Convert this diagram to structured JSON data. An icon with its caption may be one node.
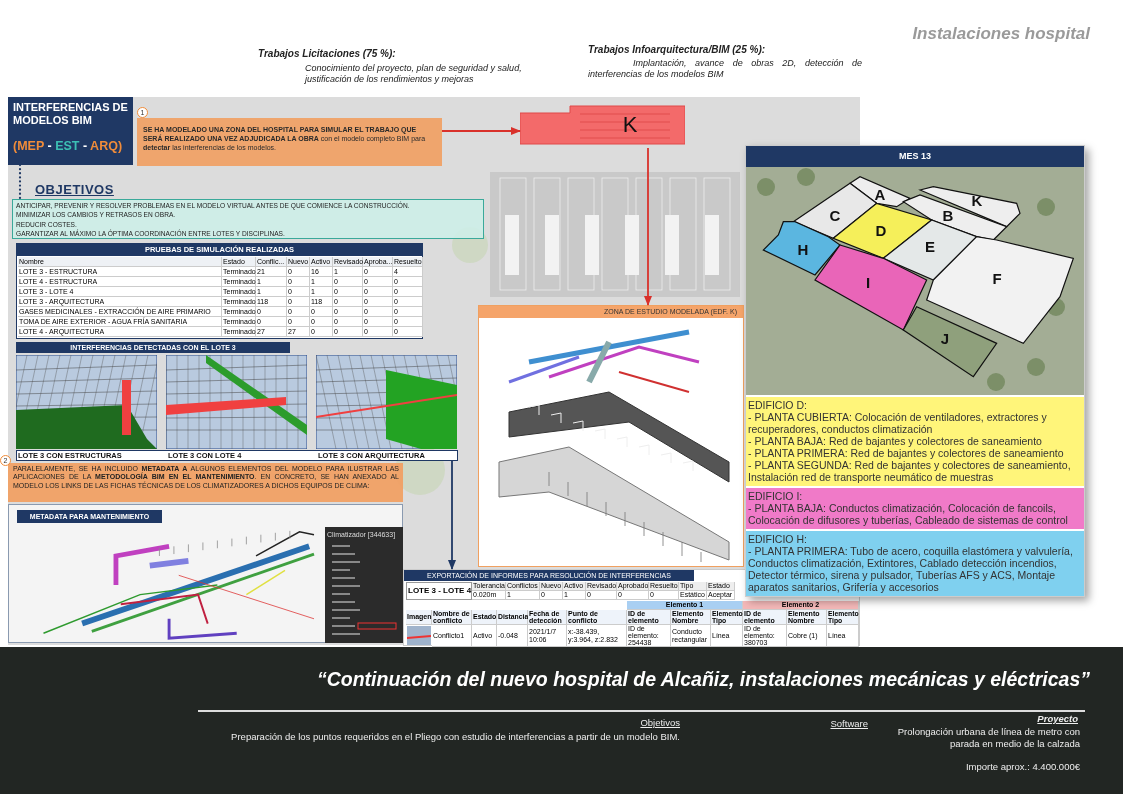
{
  "diagram": {
    "title": "“Continuación del nuevo hospital de Alcañiz, instalaciones mecánicas y eléctricas”",
    "nodes": [
      {
        "text": [
          "INTERFERENCIAS DE MODELOS BIM",
          "(MEP - EST - ARQ)"
        ]
      },
      {
        "text": [
          "**SE HA MODELADO UNA ZONA DEL HOSPITAL PARA SIMULAR EL TRABAJO QUE SERÁ REALIZADO UNA VEZ ADJUDICADA LA OBRA** con el modelo completo BIM para **detectar** las interferencias de los modelos."
        ],
        "beside": [
          "1"
        ]
      },
      {
        "text": [
          "K"
        ]
      },
      {
        "text": [
          "OBJETIVOS",
          "ANTICIPAR, PREVENIR Y RESOLVER PROBLEMAS EN EL MODELO VIRTUAL ANTES DE QUE COMIENCE LA CONSTRUCCIÓN.",
          "MINIMIZAR LOS CAMBIOS Y RETRASOS EN OBRA.",
          "REDUCIR COSTES.",
          "GARANTIZAR AL MÁXIMO LA ÓPTIMA COORDINACIÓN ENTRE LOTES Y DISCIPLINAS."
        ]
      },
      {
        "text": [
          "PRUEBAS DE SIMULACIÓN REALIZADAS",
          "Nombre",
          "Estado",
          "Conflic...",
          "Nuevo",
          "Activo",
          "Revisado",
          "Aproba...",
          "Resuelto",
          "LOTE 3 - ESTRUCTURA",
          "Terminado",
          "21",
          "0",
          "16",
          "1",
          "0",
          "4",
          "LOTE 4 - ESTRUCTURA",
          "Terminado",
          "1",
          "0",
          "1",
          "0",
          "0",
          "0",
          "LOTE 3 - LOTE 4",
          "Terminado",
          "1",
          "0",
          "1",
          "0",
          "0",
          "0",
          "LOTE 3 - ARQUITECTURA",
          "Terminado",
          "118",
          "0",
          "118",
          "0",
          "0",
          "0",
          "GASES MEDICINALES - EXTRACCIÓN DE AIRE PRIMARIO",
          "Terminado",
          "0",
          "0",
          "0",
          "0",
          "0",
          "0",
          "TOMA DE AIRE EXTERIOR - AGUA FRÍA SANITARIA",
          "Terminado",
          "0",
          "0",
          "0",
          "0",
          "0",
          "0",
          "LOTE 4 - ARQUITECTURA",
          "Terminado",
          "27",
          "27",
          "0",
          "0",
          "0",
          "0"
        ]
      },
      {
        "text": [
          "INTERFERENCIAS DETECTADAS CON EL LOTE 3",
          "LOTE 3 CON ESTRUCTURAS",
          "LOTE 3 CON LOTE 4",
          "LOTE 3 CON ARQUITECTURA"
        ]
      },
      {
        "text": [
          "PARALELAMENTE, SE HA INCLUIDO **METADATA A** ALGUNOS ELEMENTOS DEL MODELO PARA ILUSTRAR LAS APLICACIONES DE LA **METODOLOGÍA BIM EN EL MANTENIMIENTO**. EN CONCRETO, SE HAN ANEXADO AL MODELO LOS LINKS DE LAS FICHAS TÉCNICAS DE LOS CLIMATIZADORES A DICHOS EQUIPOS DE CLIMA:"
        ],
        "beside": [
          "2"
        ]
      },
      {
        "text": [
          "METADATA PARA MANTENIMIENTO"
        ]
      },
      {
        "text": [
          "Climatizador [344633]"
        ],
        "in": 7
      },
      {
        "text": [
          "ZONA DE ESTUDIO MODELADA (EDF. K)"
        ]
      },
      {
        "text": [
          "EXPORTACIÓN DE INFORMES PARA RESOLUCIÓN DE INTERFERENCIAS",
          "LOTE 3 - LOTE 4",
          "Tolerancia",
          "Conflictos",
          "Nuevo",
          "Activo",
          "Revisado",
          "Aprobado",
          "Resuelto",
          "Tipo",
          "Estado",
          "0.020m",
          "1",
          "0",
          "1",
          "0",
          "0",
          "0",
          "Estático",
          "Aceptar",
          "Elemento 1",
          "Elemento 2",
          "Imagen",
          "Nombre de conflicto",
          "Estado",
          "Distancia",
          "Fecha de detección",
          "Punto de conflicto",
          "ID de elemento",
          "Elemento Nombre",
          "Elemento Tipo",
          "ID de elemento",
          "Elemento Nombre",
          "Elemento Tipo",
          "Conflicto1",
          "Activo",
          "-0.048",
          "2021/1/7 10:06",
          "x:-38.439, y:3.964, z:2.832",
          "ID de elemento: 254438",
          "Conducto rectangular",
          "Línea",
          "ID de elemento: 380703",
          "Cobre (1)",
          "Línea"
        ]
      },
      {
        "text": [
          "MES 13"
        ]
      },
      {
        "text": [
          "EDIFICIO D:",
          "- PLANTA CUBIERTA: Colocación de ventiladores, extractores y recuperadores, conductos climatización",
          "- PLANTA BAJA: Red de bajantes y colectores de saneamiento",
          "- PLANTA PRIMERA: Red de bajantes y colectores de saneamiento",
          "- PLANTA SEGUNDA: Red de bajantes y colectores de saneamiento, Instalación red de transporte neumático de muestras"
        ],
        "in": 11
      },
      {
        "text": [
          "EDIFICIO I:",
          "- PLANTA BAJA: Conductos climatización, Colocación de fancoils, Colocación de difusores y tuberías, Cableado de sistemas de control"
        ],
        "in": 11
      },
      {
        "text": [
          "EDIFICIO H:",
          "- PLANTA PRIMERA: Tubo de acero, coquilla elastómera y valvulería, Conductos climatización, Extintores, Cablado detección incendios, Detector térmico, sirena y pulsador, Tuberías AFS y ACS, Montaje aparatos sanitarios, Grifería y accesorios"
        ],
        "in": 11
      },
      {
        "text": [
          "Objetivos",
          "Preparación de los puntos requeridos en el Pliego con estudio de interferencias a partir de un modelo BIM.",
          "Software",
          "Proyecto",
          "Prolongación urbana de línea de metro con parada en medio de la calzada",
          "Importe aprox.: 4.400.000€"
        ]
      }
    ],
    "edges": [
      {
        "from": 1,
        "to": 2,
        "arrow": "to"
      },
      {
        "from": 2,
        "to": 9,
        "arrow": "to"
      },
      {
        "from": 5,
        "to": 10,
        "arrow": "to",
        "color": "#1f3864"
      },
      {
        "from": 0,
        "to": 3,
        "arrow": "none",
        "style": "dashed",
        "color": "#1f3864"
      }
    ],
    "labels": [
      "Instalaciones hospital",
      "Trabajos Licitaciones (75 %):",
      "Conocimiento del proyecto, plan de seguridad y salud, justificación de los rendimientos y mejoras",
      "Trabajos Infoarquitectura/BIM (25 %):",
      "Implantación, avance de obras 2D, detección de interferencias de los modelos BIM",
      "A",
      "K",
      "C",
      "B",
      "D",
      "E",
      "H",
      "I",
      "F",
      "J"
    ]
  }
}
